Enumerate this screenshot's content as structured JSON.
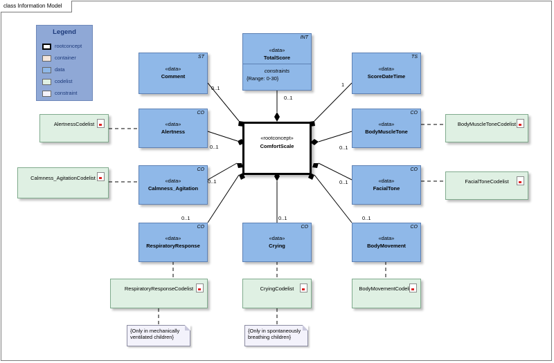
{
  "frame_title": "class Information Model",
  "legend": {
    "title": "Legend",
    "items": [
      "rootconcept",
      "container",
      "data",
      "codelist",
      "constraint"
    ],
    "colors": [
      "#ffffff",
      "#f4e6dc",
      "#8fb8e8",
      "#dff0e3",
      "#f3f2fb"
    ]
  },
  "root": {
    "stereotype": "«rootconcept»",
    "name": "ComfortScale"
  },
  "classes": {
    "comment": {
      "stereotype": "«data»",
      "name": "Comment",
      "tag": "ST",
      "multiplicity": "0..1"
    },
    "totalscore": {
      "stereotype": "«data»",
      "name": "TotalScore",
      "tag": "INT",
      "constraints_label": "constraints",
      "constraint": "{Range: 0-30}",
      "multiplicity": "0..1"
    },
    "scoredatetime": {
      "stereotype": "«data»",
      "name": "ScoreDateTime",
      "tag": "TS",
      "multiplicity": "1"
    },
    "alertness": {
      "stereotype": "«data»",
      "name": "Alertness",
      "tag": "CO",
      "multiplicity": "0..1"
    },
    "bodymuscletone": {
      "stereotype": "«data»",
      "name": "BodyMuscleTone",
      "tag": "CO",
      "multiplicity": "0..1"
    },
    "calmness": {
      "stereotype": "«data»",
      "name": "Calmness_Agitation",
      "tag": "CO",
      "multiplicity": "0..1"
    },
    "facialtone": {
      "stereotype": "«data»",
      "name": "FacialTone",
      "tag": "CO",
      "multiplicity": "0..1"
    },
    "respiratory": {
      "stereotype": "«data»",
      "name": "RespiratoryResponse",
      "tag": "CO",
      "multiplicity": "0..1"
    },
    "crying": {
      "stereotype": "«data»",
      "name": "Crying",
      "tag": "CO",
      "multiplicity": "0..1"
    },
    "bodymovement": {
      "stereotype": "«data»",
      "name": "BodyMovement",
      "tag": "CO",
      "multiplicity": "0..1"
    }
  },
  "codelists": {
    "alertness": "AlertnessCodelist",
    "bodymuscletone": "BodyMuscleToneCodelist",
    "calmness": "Calmness_AgitationCodelist",
    "facialtone": "FacialToneCodelist",
    "respiratory": "RespiratoryResponseCodelist",
    "crying": "CryingCodelist",
    "bodymovement": "BodyMovementCodelist"
  },
  "notes": {
    "respiratory": "{Only in mechanically ventilated children}",
    "crying": "{Only in spontaneously breathing children}"
  }
}
